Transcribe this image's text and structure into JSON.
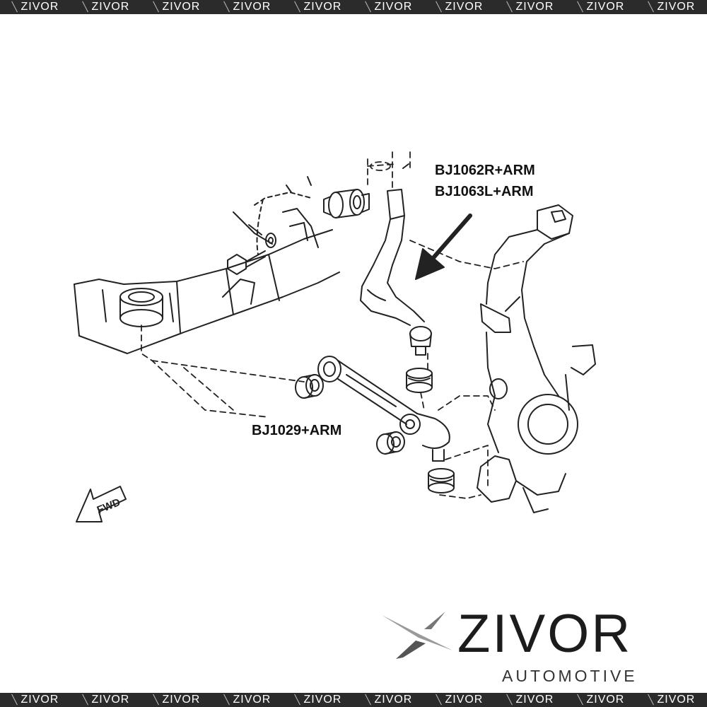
{
  "watermark": {
    "text": "ZIVOR",
    "repeat_count": 10
  },
  "callouts": {
    "upper_arm_right": "BJ1062R+ARM",
    "upper_arm_left": "BJ1063L+ARM",
    "lower_arm": "BJ1029+ARM"
  },
  "direction_label": "FWD",
  "brand": {
    "name": "ZIVOR",
    "subtitle": "AUTOMOTIVE"
  },
  "colors": {
    "strip": "#2b2b2b",
    "line_art": "#222222",
    "brand_text": "#1c1c1c"
  }
}
